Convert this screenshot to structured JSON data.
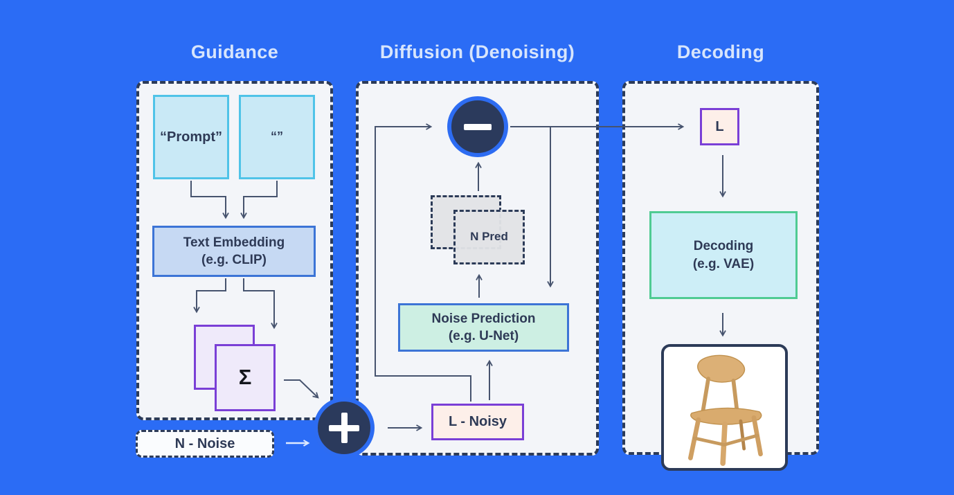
{
  "titles": {
    "guidance": "Guidance",
    "diffusion": "Diffusion (Denoising)",
    "decoding": "Decoding"
  },
  "guidance": {
    "prompt_label": "“Prompt”",
    "empty_prompt_label": "“”",
    "text_embedding_line1": "Text Embedding",
    "text_embedding_line2": "(e.g. CLIP)",
    "sigma_label": "Σ",
    "noise_label": "N - Noise"
  },
  "diffusion": {
    "n_pred_label": "N Pred",
    "noise_prediction_line1": "Noise Prediction",
    "noise_prediction_line2": "(e.g. U-Net)",
    "l_noisy_label": "L - Noisy"
  },
  "decoding": {
    "latent_label": "L",
    "decoding_line1": "Decoding",
    "decoding_line2": "(e.g. VAE)"
  },
  "icons": {
    "minus": "minus-icon",
    "plus": "plus-icon",
    "chair": "chair-image"
  },
  "colors": {
    "background": "#2b6cf5",
    "panel_fill": "#f3f5f9",
    "dash_navy": "#2c3b58",
    "blue_border": "#3c74d6",
    "cyan_border": "#4fc3e8",
    "cyan_fill": "#c9e9f6",
    "periwinkle_fill": "#c6d9f3",
    "mint_fill": "#cdefe3",
    "green_border": "#4fcb93",
    "purple_border": "#7a3fd6",
    "lavender_fill": "#efeafa",
    "cream_fill": "#fdefe9",
    "circle_fill": "#2b3a5c",
    "circle_ring": "#2d6cf2",
    "arrow": "#46536e",
    "text_dark": "#2e3a56",
    "title_text": "#d7e5fc",
    "wood": "#d6a76b"
  }
}
